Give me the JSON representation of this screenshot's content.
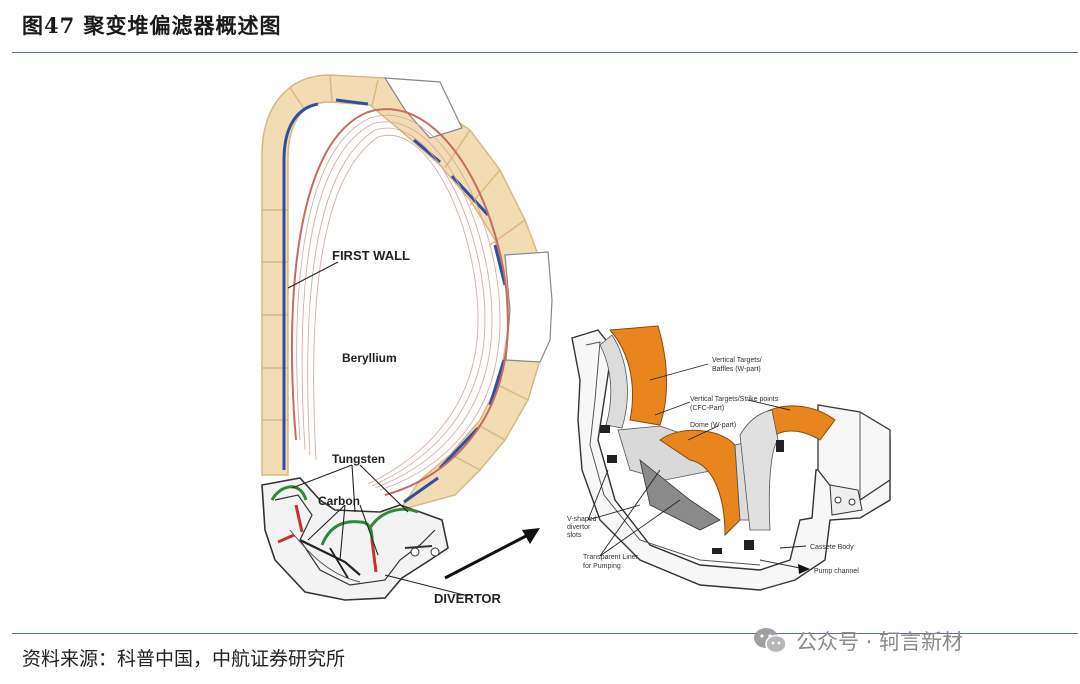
{
  "title": "图47 聚变堆偏滤器概述图",
  "source": "资料来源：科普中国，中航证券研究所",
  "watermark": {
    "text": "公众号 · 轲言新材",
    "icon": "wechat-icon"
  },
  "labels": {
    "first_wall": "FIRST WALL",
    "beryllium": "Beryllium",
    "tungsten": "Tungsten",
    "carbon": "Carbon",
    "divertor": "DIVERTOR"
  },
  "detail_labels": {
    "vertical_targets_baffles": [
      "Vertical Targets/",
      "Baffles (W-part)"
    ],
    "vertical_targets_strike": [
      "Vertical Targets/Strike points",
      "(CFC-Part)"
    ],
    "dome": "Dome (W-part)",
    "v_slots": [
      "V-shaped",
      "divertor",
      "slots"
    ],
    "liner": [
      "Transparent Liner",
      "for Pumping"
    ],
    "cassette_body": "Cassete Body",
    "pump_channel": "Pump channel"
  },
  "colors": {
    "blanket_fill": "#f1dcb4",
    "blanket_stroke": "#d9b87f",
    "beryllium_line": "#2f4fa0",
    "tungsten_line": "#2e8a3a",
    "carbon_line": "#c93028",
    "orange_target": "#e8851c",
    "rule": "#5a6fa8"
  }
}
